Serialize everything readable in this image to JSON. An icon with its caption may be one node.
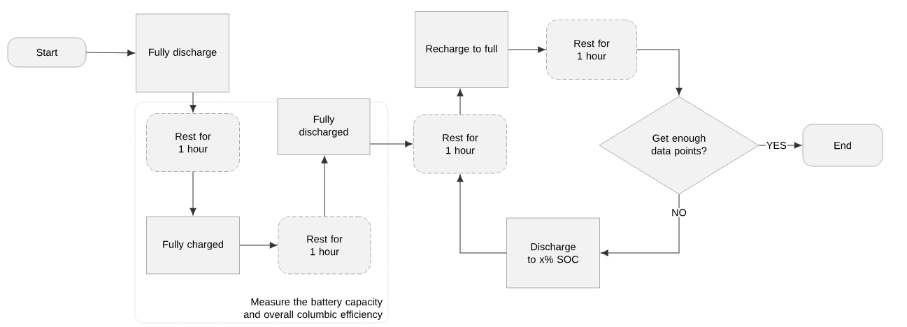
{
  "diagram": {
    "nodes": [
      {
        "text": [
          "Start"
        ]
      },
      {
        "text": [
          "Fully discharge"
        ]
      },
      {
        "text": [
          "Measure the battery capacity and overall columbic efficiency"
        ]
      },
      {
        "text": [
          "Rest for 1 hour"
        ],
        "in": 2
      },
      {
        "text": [
          "Fully discharged"
        ],
        "in": 2
      },
      {
        "text": [
          "Fully charged"
        ],
        "in": 2
      },
      {
        "text": [
          "Rest for 1 hour"
        ],
        "in": 2
      },
      {
        "text": [
          "Rest for 1 hour"
        ]
      },
      {
        "text": [
          "Recharge to full"
        ]
      },
      {
        "text": [
          "Rest for 1 hour"
        ]
      },
      {
        "text": [
          "Get enough data points?"
        ]
      },
      {
        "text": [
          "End"
        ]
      },
      {
        "text": [
          "Discharge to x% SOC"
        ]
      }
    ],
    "edges": [
      {
        "from": 0,
        "to": 1,
        "arrow": "to"
      },
      {
        "from": 1,
        "to": 3,
        "arrow": "to"
      },
      {
        "from": 3,
        "to": 5,
        "arrow": "to"
      },
      {
        "from": 5,
        "to": 6,
        "arrow": "to"
      },
      {
        "from": 6,
        "to": 4,
        "arrow": "to"
      },
      {
        "from": 4,
        "to": 7,
        "arrow": "to"
      },
      {
        "from": 7,
        "to": 8,
        "arrow": "to"
      },
      {
        "from": 8,
        "to": 9,
        "arrow": "to"
      },
      {
        "from": 9,
        "to": 10,
        "arrow": "to"
      },
      {
        "from": 10,
        "to": 11,
        "arrow": "to",
        "label": "YES"
      },
      {
        "from": 10,
        "to": 12,
        "arrow": "to",
        "label": "NO"
      },
      {
        "from": 12,
        "to": 7,
        "arrow": "to"
      }
    ]
  }
}
